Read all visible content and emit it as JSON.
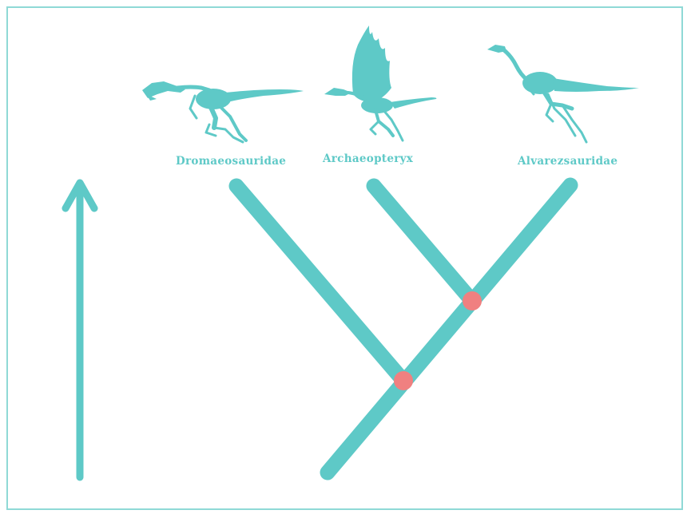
{
  "colors": {
    "accent": "#5ec9c7",
    "node": "#f08080",
    "border": "#8fd9d6"
  },
  "taxa": [
    {
      "label": "Dromaeosauridae",
      "icon": "dromaeosaur-skeleton-icon"
    },
    {
      "label": "Archaeopteryx",
      "icon": "archaeopteryx-skeleton-icon"
    },
    {
      "label": "Alvarezsauridae",
      "icon": "alvarezsaur-skeleton-icon"
    }
  ],
  "axis": {
    "icon": "up-arrow-icon"
  },
  "nodes": [
    "common-ancestor-node",
    "common-ancestor-node"
  ]
}
